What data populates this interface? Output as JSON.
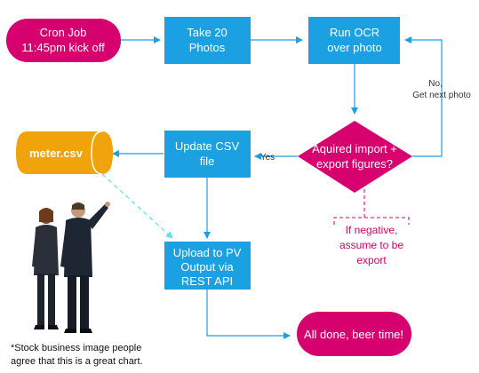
{
  "nodes": {
    "cron": {
      "lines": [
        "Cron Job",
        "11:45pm kick off"
      ]
    },
    "photos": {
      "lines": [
        "Take 20",
        "Photos"
      ]
    },
    "ocr": {
      "lines": [
        "Run OCR",
        "over photo"
      ]
    },
    "decision": {
      "lines": [
        "Aquired import +",
        "export figures?"
      ]
    },
    "update_csv": {
      "lines": [
        "Update CSV",
        "file"
      ]
    },
    "csv_file": {
      "label": "meter.csv"
    },
    "upload": {
      "lines": [
        "Upload to PV",
        "Output via",
        "REST API"
      ]
    },
    "done": {
      "label": "All done, beer time!"
    }
  },
  "edge_labels": {
    "yes": "Yes",
    "no": [
      "No,",
      "Get next photo"
    ]
  },
  "annotation": {
    "lines": [
      "If negative,",
      "assume to be",
      "export"
    ]
  },
  "footnote": {
    "lines": [
      "*Stock business image people",
      "agree that this is a great chart."
    ]
  },
  "colors": {
    "magenta": "#d6006e",
    "blue": "#1ba1e2",
    "orange": "#f0a30a",
    "connector": "#1ba1e2",
    "dashed_connector": "#5fe0e8"
  }
}
